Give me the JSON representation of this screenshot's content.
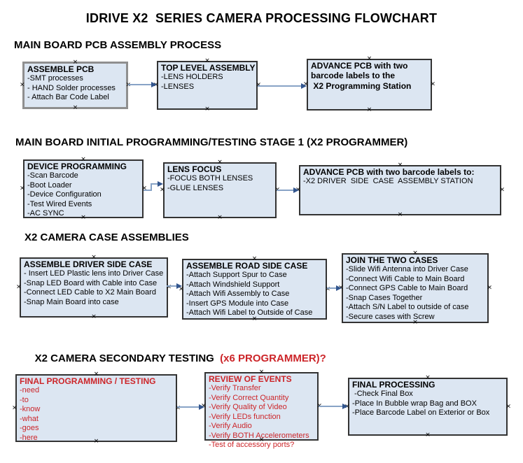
{
  "title": "IDRIVE X2  SERIES CAMERA PROCESSING FLOWCHART",
  "anchor_glyph": "×",
  "colors": {
    "box_fill": "#dce6f2",
    "box_border": "#333333",
    "arrow_line": "#88a3c6",
    "arrow_head": "#33568e",
    "red_text": "#cc2529"
  },
  "sections": [
    {
      "header": "MAIN BOARD PCB ASSEMBLY PROCESS",
      "boxes": [
        {
          "title": "ASSEMBLE PCB",
          "lines": [
            "-SMT processes",
            "- HAND Solder processes",
            "- Attach Bar Code Label"
          ]
        },
        {
          "title": "TOP LEVEL ASSEMBLY",
          "lines": [
            "-LENS HOLDERS",
            "-LENSES"
          ]
        },
        {
          "title": "ADVANCE PCB with two",
          "lines": [
            "barcode labels to the",
            " X2 Programming Station"
          ]
        }
      ]
    },
    {
      "header": "MAIN BOARD INITIAL PROGRAMMING/TESTING STAGE 1 (X2 PROGRAMMER)",
      "boxes": [
        {
          "title": "DEVICE PROGRAMMING",
          "lines": [
            "-Scan Barcode",
            "-Boot Loader",
            "-Device Configuration",
            "-Test Wired Events",
            "-AC SYNC"
          ]
        },
        {
          "title": "LENS FOCUS",
          "lines": [
            "-FOCUS BOTH LENSES",
            "-GLUE LENSES"
          ]
        },
        {
          "title": "ADVANCE PCB with two barcode labels to:",
          "lines": [
            "-X2 DRIVER  SIDE  CASE  ASSEMBLY STATION"
          ]
        }
      ]
    },
    {
      "header": "X2 CAMERA CASE ASSEMBLIES",
      "boxes": [
        {
          "title": "ASSEMBLE DRIVER SIDE CASE",
          "lines": [
            "- Insert LED Plastic lens into Driver Case",
            "-Snap LED Board with Cable into Case",
            "-Connect LED Cable to X2 Main Board",
            "-Snap Main Board into case"
          ]
        },
        {
          "title": "ASSEMBLE ROAD SIDE CASE",
          "lines": [
            "-Attach Support Spur to Case",
            "-Attach Windshield Support",
            "-Attach Wifi Assembly to Case",
            "-Insert GPS Module into Case",
            "-Attach Wifi Label to Outside of Case"
          ]
        },
        {
          "title": "JOIN THE TWO CASES",
          "lines": [
            "-Slide Wifi Antenna into Driver Case",
            "-Connect Wifi Cable to Main Board",
            "-Connect GPS Cable to Main Board",
            "-Snap Cases Together",
            "-Attach S/N Label to outside of case",
            "-Secure cases with Screw"
          ]
        }
      ]
    },
    {
      "header_black": "X2 CAMERA SECONDARY TESTING ",
      "header_red": " (x6 PROGRAMMER)?",
      "boxes": [
        {
          "title": "FINAL PROGRAMMING / TESTING",
          "lines": [
            "-need",
            "-to",
            "-know",
            "-what",
            "-goes",
            "-here"
          ]
        },
        {
          "title": "REVIEW OF EVENTS",
          "lines": [
            "-Verify Transfer",
            "-Verify Correct Quantity",
            "-Verify Quality of Video",
            "-Verify LEDs function",
            "-Verify Audio",
            "-Verify BOTH Accelerometers",
            "-Test of accessory ports?"
          ]
        },
        {
          "title": "FINAL PROCESSING",
          "lines": [
            " -Check Final Box",
            "-Place In Bubble wrap Bag and BOX",
            "-Place Barcode Label on Exterior or Box"
          ]
        }
      ]
    }
  ]
}
